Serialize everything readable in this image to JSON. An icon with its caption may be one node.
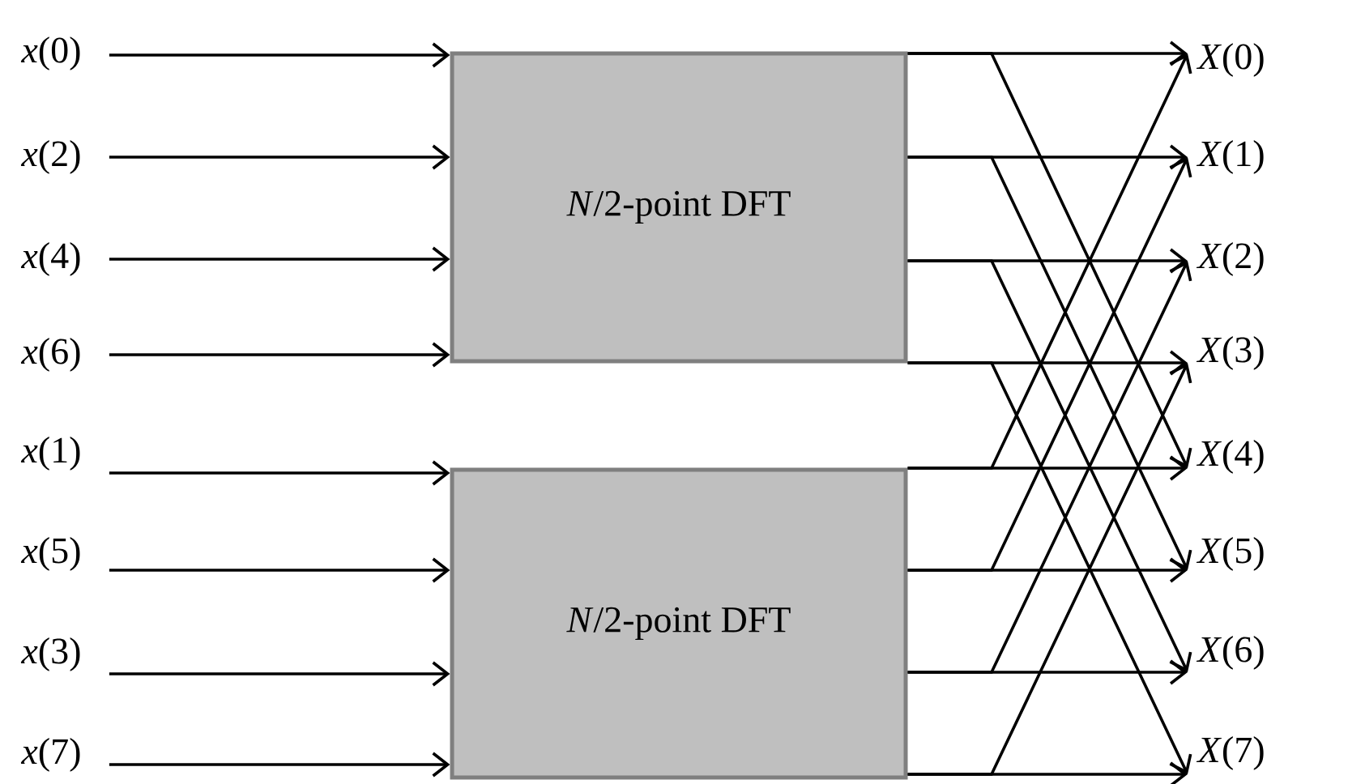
{
  "diagram": {
    "nodes": [
      {
        "text": [
          "*x*(0)"
        ]
      },
      {
        "text": [
          "*x*(2)"
        ]
      },
      {
        "text": [
          "*x*(4)"
        ]
      },
      {
        "text": [
          "*x*(6)"
        ]
      },
      {
        "text": [
          "*x*(1)"
        ]
      },
      {
        "text": [
          "*x*(5)"
        ]
      },
      {
        "text": [
          "*x*(3)"
        ]
      },
      {
        "text": [
          "*x*(7)"
        ]
      },
      {
        "text": [
          "*N*/2-point DFT"
        ]
      },
      {
        "text": [
          "*N*/2-point DFT"
        ]
      },
      {
        "text": [
          "*X*(0)"
        ]
      },
      {
        "text": [
          "*X*(1)"
        ]
      },
      {
        "text": [
          "*X*(2)"
        ]
      },
      {
        "text": [
          "*X*(3)"
        ]
      },
      {
        "text": [
          "*X*(4)"
        ]
      },
      {
        "text": [
          "*X*(5)"
        ]
      },
      {
        "text": [
          "*X*(6)"
        ]
      },
      {
        "text": [
          "*X*(7)"
        ]
      }
    ],
    "edges": [
      {
        "from": 0,
        "to": 8,
        "arrow": "to"
      },
      {
        "from": 1,
        "to": 8,
        "arrow": "to"
      },
      {
        "from": 2,
        "to": 8,
        "arrow": "to"
      },
      {
        "from": 3,
        "to": 8,
        "arrow": "to"
      },
      {
        "from": 4,
        "to": 9,
        "arrow": "to"
      },
      {
        "from": 5,
        "to": 9,
        "arrow": "to"
      },
      {
        "from": 6,
        "to": 9,
        "arrow": "to"
      },
      {
        "from": 7,
        "to": 9,
        "arrow": "to"
      },
      {
        "from": 8,
        "to": 10,
        "arrow": "to"
      },
      {
        "from": 8,
        "to": 14,
        "arrow": "to"
      },
      {
        "from": 8,
        "to": 11,
        "arrow": "to"
      },
      {
        "from": 8,
        "to": 15,
        "arrow": "to"
      },
      {
        "from": 8,
        "to": 12,
        "arrow": "to"
      },
      {
        "from": 8,
        "to": 16,
        "arrow": "to"
      },
      {
        "from": 8,
        "to": 13,
        "arrow": "to"
      },
      {
        "from": 8,
        "to": 17,
        "arrow": "to"
      },
      {
        "from": 9,
        "to": 10,
        "arrow": "to"
      },
      {
        "from": 9,
        "to": 14,
        "arrow": "to"
      },
      {
        "from": 9,
        "to": 11,
        "arrow": "to"
      },
      {
        "from": 9,
        "to": 15,
        "arrow": "to"
      },
      {
        "from": 9,
        "to": 12,
        "arrow": "to"
      },
      {
        "from": 9,
        "to": 16,
        "arrow": "to"
      },
      {
        "from": 9,
        "to": 13,
        "arrow": "to"
      },
      {
        "from": 9,
        "to": 17,
        "arrow": "to"
      }
    ]
  }
}
